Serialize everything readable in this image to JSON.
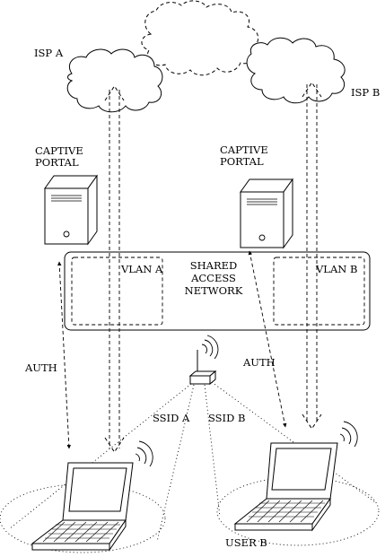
{
  "labels": {
    "isp_a": "ISP A",
    "isp_b": "ISP B",
    "captive_portal_a": [
      "CAPTIVE",
      "PORTAL"
    ],
    "captive_portal_b": [
      "CAPTIVE",
      "PORTAL"
    ],
    "vlan_a": "VLAN A",
    "vlan_b": "VLAN B",
    "shared_network": [
      "SHARED",
      "ACCESS",
      "NETWORK"
    ],
    "auth_a": "AUTH",
    "auth_b": "AUTH",
    "ssid_a": "SSID A",
    "ssid_b": "SSID B",
    "user_b": "USER B"
  },
  "colors": {
    "stroke": "#000000",
    "fill": "#ffffff"
  }
}
